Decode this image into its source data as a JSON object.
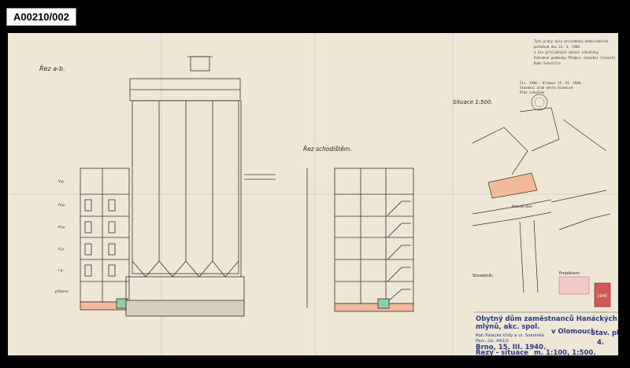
{
  "archive_id": "A00210/002",
  "drawing": {
    "section_ab_label": "Řez a-b.",
    "section_stair_label": "Řez schodištěm.",
    "situation_label": "Situace 1:500.",
    "street_label": "Palacké ulice",
    "floor_labels": [
      "V.p.",
      "IV.p.",
      "III.p.",
      "II.p.",
      "I.p.",
      "přízemí"
    ],
    "title_block": {
      "line1": "Obytný dům zaměstnanců Hanáckých",
      "line2": "mlýnů, akc. spol.",
      "line3": "v Olomouci.",
      "sheet_label": "Stav. plán",
      "sheet_number": "4.",
      "subline1": "Roh Palacké třídy a ul. Sokolské",
      "subline2": "Parc. čís. 442/2",
      "place_date": "Brno, 15. III. 1940.",
      "drawing_type": "Řezy - situace",
      "scale": "m. 1:100, 1:500.",
      "stavebnik": "Stavebník:",
      "projektant": "Projektant:"
    },
    "stamp_top": {
      "line1": "Tyto plány byly projednány komisionelně",
      "line2": "počátkem dne 23. V. 1940",
      "line3": "a dle příslušných výnosů schváleny",
      "line4": "Podrobné podmínky Předpis stavební čínnosti",
      "line5": "Rada Schválila"
    },
    "stamp_mid": {
      "line1": "Čís. 1940 - Olomouc 15. VI. 1940",
      "line2": "Stavební úřad města Olomouce",
      "line3": "Plán schválen"
    },
    "red_stamp": "1940"
  }
}
